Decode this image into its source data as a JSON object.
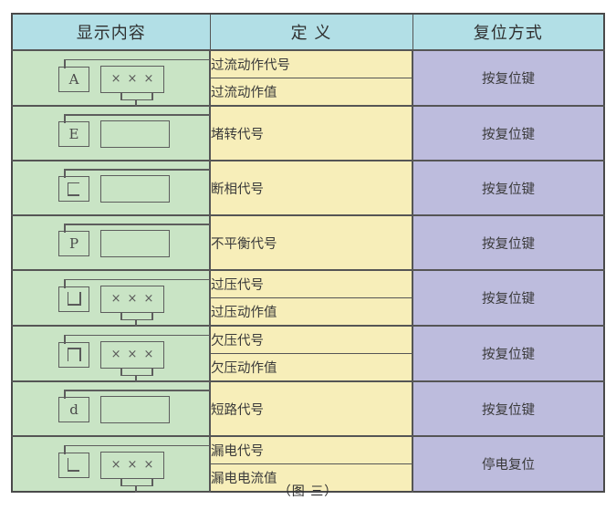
{
  "table": {
    "headers": {
      "display": "显示内容",
      "definition": "定 义",
      "reset": "复位方式"
    },
    "colors": {
      "header_bg": "#b2dfe6",
      "display_bg": "#c9e4c5",
      "definition_bg": "#f7eeb9",
      "reset_bg": "#bdbcdd",
      "border": "#555555"
    },
    "rows": [
      {
        "glyph": "A",
        "glyph_kind": "letter",
        "value_box": "×××",
        "has_value": true,
        "definitions": [
          "过流动作代号",
          "过流动作值"
        ],
        "reset": "按复位键"
      },
      {
        "glyph": "E",
        "glyph_kind": "letter",
        "value_box": "",
        "has_value": false,
        "definitions": [
          "堵转代号"
        ],
        "reset": "按复位键"
      },
      {
        "glyph": "C",
        "glyph_kind": "shape-c",
        "value_box": "",
        "has_value": false,
        "definitions": [
          "断相代号"
        ],
        "reset": "按复位键"
      },
      {
        "glyph": "P",
        "glyph_kind": "letter",
        "value_box": "",
        "has_value": false,
        "definitions": [
          "不平衡代号"
        ],
        "reset": "按复位键"
      },
      {
        "glyph": "∪",
        "glyph_kind": "shape-u",
        "value_box": "×××",
        "has_value": true,
        "definitions": [
          "过压代号",
          "过压动作值"
        ],
        "reset": "按复位键"
      },
      {
        "glyph": "∩",
        "glyph_kind": "shape-n",
        "value_box": "×××",
        "has_value": true,
        "definitions": [
          "欠压代号",
          "欠压动作值"
        ],
        "reset": "按复位键"
      },
      {
        "glyph": "d",
        "glyph_kind": "letter",
        "value_box": "",
        "has_value": false,
        "definitions": [
          "短路代号"
        ],
        "reset": "按复位键"
      },
      {
        "glyph": "L",
        "glyph_kind": "shape-l",
        "value_box": "×××",
        "has_value": true,
        "definitions": [
          "漏电代号",
          "漏电电流值"
        ],
        "reset": "停电复位"
      }
    ]
  },
  "caption": "（图 三）"
}
